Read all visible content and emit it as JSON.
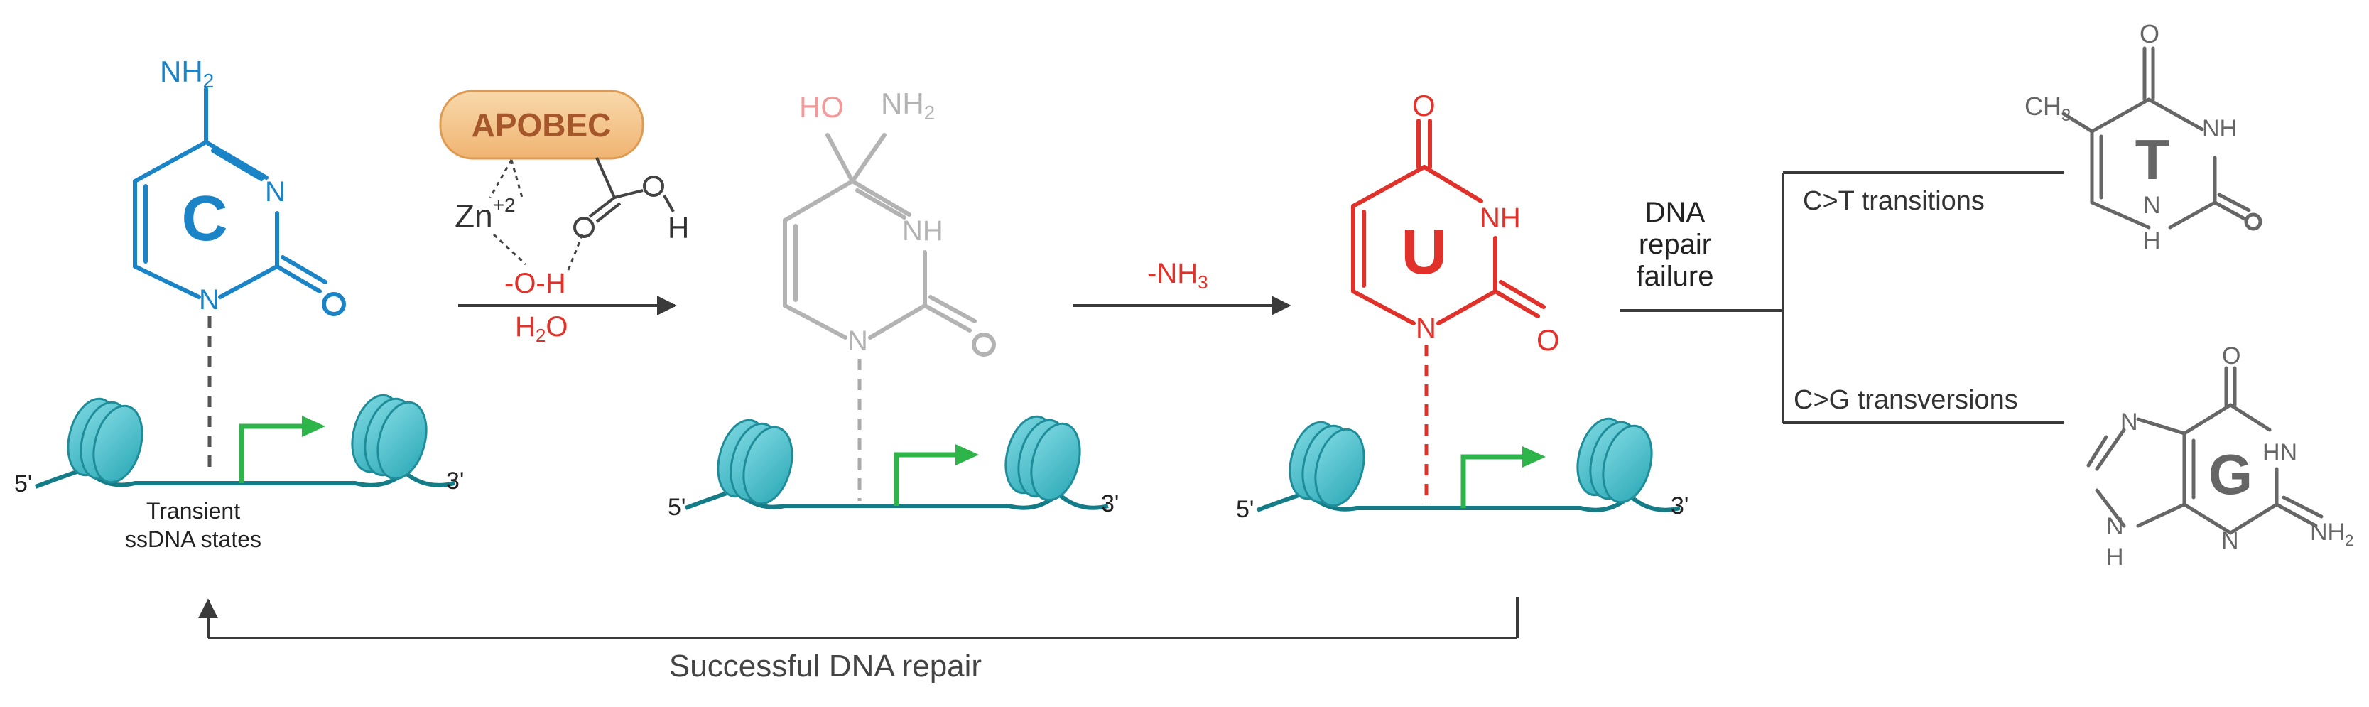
{
  "colors": {
    "cytosine_blue": "#1b84c7",
    "intermediate_gray": "#b3b3b3",
    "uracil_red": "#e0312a",
    "product_gray": "#666666",
    "arrow_dark": "#3a3a3a",
    "nucleosome_teal": "#4fc3cf",
    "dna_strand": "#137c86",
    "promoter_green": "#2db54a",
    "apobec_fill": "#f4c48c",
    "apobec_text": "#a5562b",
    "hydroxyl_pink": "#f19a9a"
  },
  "cytosine": {
    "letter": "C",
    "amine": "NH",
    "amine_sub": "2",
    "ring_n3": "N",
    "ring_n1": "N",
    "state_label_line1": "Transient",
    "state_label_line2": "ssDNA states",
    "end5": "5'",
    "end3": "3'"
  },
  "apobec_step": {
    "enzyme": "APOBEC",
    "zinc": "Zn",
    "zinc_charge": "+2",
    "hydroxide": "-O-H",
    "oxygen": "O",
    "hydrogen": "H",
    "water": "H",
    "water_sub": "2",
    "water_o": "O"
  },
  "intermediate": {
    "ho": "HO",
    "amine": "NH",
    "amine_sub": "2",
    "nh": "NH",
    "n1": "N",
    "end5": "5'",
    "end3": "3'"
  },
  "deamination_step": {
    "label": "-NH",
    "label_sub": "3"
  },
  "uracil": {
    "letter": "U",
    "o4": "O",
    "nh": "NH",
    "n1": "N",
    "end5": "5'",
    "end3": "3'"
  },
  "branch": {
    "failure_line1": "DNA",
    "failure_line2": "repair",
    "failure_line3": "failure",
    "transitions": "C>T transitions",
    "transversions": "C>G transversions"
  },
  "thymine": {
    "letter": "T",
    "methyl": "CH",
    "methyl_sub": "3",
    "o4": "O",
    "nh_top": "NH",
    "n1": "N",
    "h1": "H"
  },
  "guanine": {
    "letter": "G",
    "o6": "O",
    "n7": "N",
    "hn": "HN",
    "n9": "N",
    "h9": "H",
    "n3": "N",
    "amine": "NH",
    "amine_sub": "2"
  },
  "repair": {
    "label": "Successful DNA repair"
  }
}
